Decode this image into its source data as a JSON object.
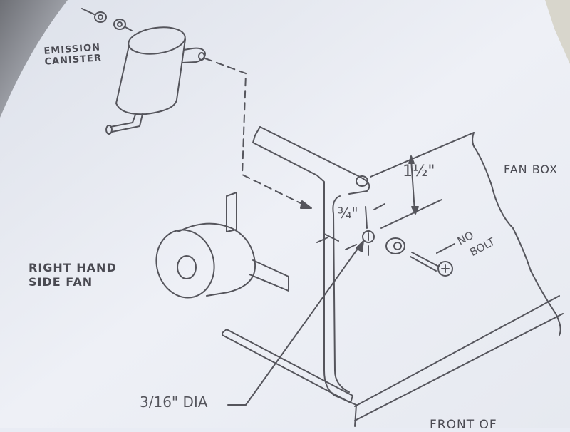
{
  "diagram": {
    "labels": {
      "emission_canister_line1": "EMISSION",
      "emission_canister_line2": "CANISTER",
      "fan_box": "FAN BOX",
      "right_hand_side_fan_line1": "RIGHT HAND",
      "right_hand_side_fan_line2": "SIDE FAN",
      "dim_one_half": "1½\"",
      "dim_three_quarter": "¾\"",
      "hole_diameter": "3/16\" DIA",
      "no_bolt_line1": "NO",
      "no_bolt_line2": "BOLT",
      "front_of": "FRONT OF"
    },
    "colors": {
      "paper": "#e9ecf4",
      "ink": "#55555c",
      "page_shadow": "#8a8c92"
    }
  }
}
